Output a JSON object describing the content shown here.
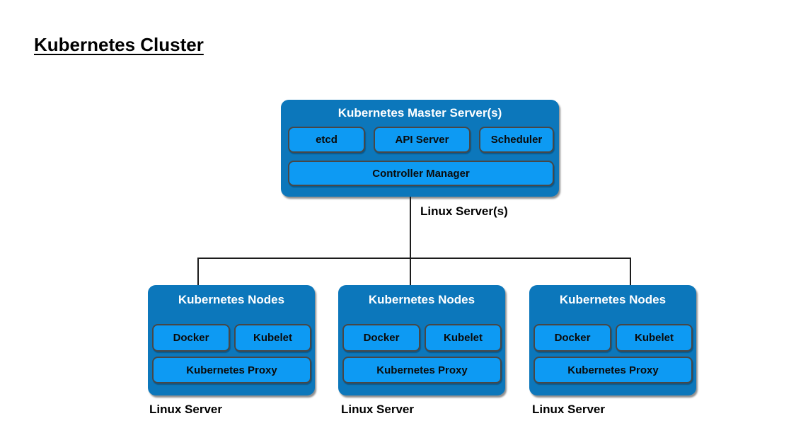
{
  "page": {
    "title": "Kubernetes Cluster"
  },
  "colors": {
    "box_blue": "#0c77bb",
    "chip_blue": "#0d9af3",
    "chip_border": "#474747",
    "connector_line": "#1c1c1c",
    "title_text": "#ffffff",
    "chip_text": "#0b0b0b"
  },
  "master": {
    "title": "Kubernetes Master Server(s)",
    "components": [
      "etcd",
      "API Server",
      "Scheduler"
    ],
    "wide_component": "Controller Manager",
    "caption": "Linux Server(s)"
  },
  "nodes": [
    {
      "title": "Kubernetes Nodes",
      "components": [
        "Docker",
        "Kubelet"
      ],
      "wide_component": "Kubernetes Proxy",
      "caption": "Linux Server"
    },
    {
      "title": "Kubernetes Nodes",
      "components": [
        "Docker",
        "Kubelet"
      ],
      "wide_component": "Kubernetes Proxy",
      "caption": "Linux Server"
    },
    {
      "title": "Kubernetes Nodes",
      "components": [
        "Docker",
        "Kubelet"
      ],
      "wide_component": "Kubernetes Proxy",
      "caption": "Linux Server"
    }
  ]
}
